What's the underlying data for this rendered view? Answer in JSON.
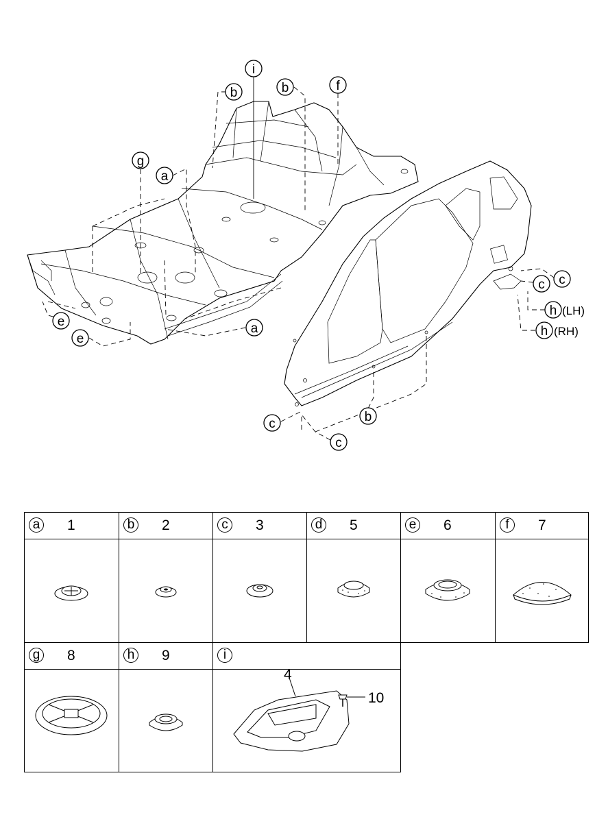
{
  "diagram": {
    "callouts": [
      {
        "id": "i",
        "label": "i"
      },
      {
        "id": "b1",
        "label": "b"
      },
      {
        "id": "b2",
        "label": "b"
      },
      {
        "id": "f",
        "label": "f"
      },
      {
        "id": "g",
        "label": "g"
      },
      {
        "id": "a1",
        "label": "a"
      },
      {
        "id": "a2",
        "label": "a"
      },
      {
        "id": "e1",
        "label": "e"
      },
      {
        "id": "e2",
        "label": "e"
      },
      {
        "id": "c1",
        "label": "c"
      },
      {
        "id": "c2",
        "label": "c"
      },
      {
        "id": "c3",
        "label": "c"
      },
      {
        "id": "c4",
        "label": "c"
      },
      {
        "id": "b3",
        "label": "b"
      },
      {
        "id": "h1",
        "label": "h"
      },
      {
        "id": "h2",
        "label": "h"
      }
    ],
    "side_labels": {
      "lh": "(LH)",
      "rh": "(RH)"
    }
  },
  "parts": [
    {
      "letter": "a",
      "number": "1",
      "icon": "grommet-icon"
    },
    {
      "letter": "b",
      "number": "2",
      "icon": "small-plug-icon"
    },
    {
      "letter": "c",
      "number": "3",
      "icon": "plug-icon"
    },
    {
      "letter": "d",
      "number": "5",
      "icon": "rubber-plug-icon"
    },
    {
      "letter": "e",
      "number": "6",
      "icon": "large-plug-icon"
    },
    {
      "letter": "f",
      "number": "7",
      "icon": "dome-cap-icon"
    },
    {
      "letter": "g",
      "number": "8",
      "icon": "large-cover-icon"
    },
    {
      "letter": "h",
      "number": "9",
      "icon": "plug-icon"
    },
    {
      "letter": "i",
      "number": "",
      "icon": "cover-plate-icon"
    }
  ],
  "cover_plate": {
    "part_label": "4",
    "screw_label": "10"
  }
}
